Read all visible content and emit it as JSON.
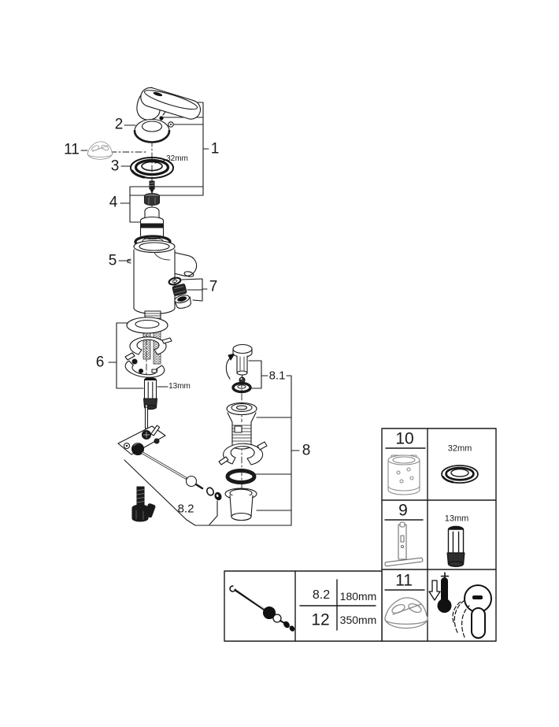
{
  "callouts": {
    "n1": "1",
    "n2": "2",
    "n3": "3",
    "n4": "4",
    "n5": "5",
    "n6": "6",
    "n7": "7",
    "n8": "8",
    "n8_1": "8.1",
    "n8_2": "8.2",
    "n11": "11"
  },
  "dimensions": {
    "d32": "32mm",
    "d13": "13mm"
  },
  "tools_table": {
    "rows": [
      {
        "ref": "10",
        "dim": "32mm"
      },
      {
        "ref": "9",
        "dim": "13mm"
      },
      {
        "ref": "11",
        "dim": ""
      }
    ]
  },
  "rod_table": {
    "rows": [
      {
        "ref": "8.2",
        "length": "180mm"
      },
      {
        "ref": "12",
        "length": "350mm"
      }
    ]
  },
  "colors": {
    "ink": "#1a1a1a",
    "gray": "#8a8a8a",
    "paper": "#ffffff"
  }
}
